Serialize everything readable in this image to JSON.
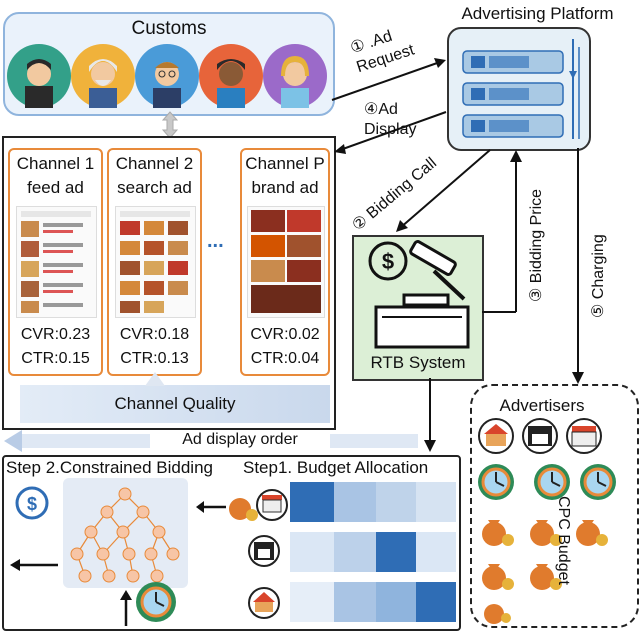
{
  "customs": {
    "title": "Customs"
  },
  "platform": {
    "title": "Advertising Platform"
  },
  "arrows": {
    "ad_request": "① .Ad Request",
    "ad_display": "④Ad Display",
    "bidding_call": "② Bidding Call",
    "bidding_price": "③ Bidding Price",
    "charging": "⑤ Charging",
    "ad_display_order": "Ad display order"
  },
  "channels": [
    {
      "name_line1": "Channel 1",
      "name_line2": "feed ad",
      "cvr": "CVR:0.23",
      "ctr": "CTR:0.15"
    },
    {
      "name_line1": "Channel 2",
      "name_line2": "search ad",
      "cvr": "CVR:0.18",
      "ctr": "CTR:0.13"
    },
    {
      "name_line1": "Channel P",
      "name_line2": "brand ad",
      "cvr": "CVR:0.02",
      "ctr": "CTR:0.04"
    }
  ],
  "channel_ellipsis": "...",
  "channel_quality": "Channel Quality",
  "rtb": {
    "title": "RTB System"
  },
  "advertisers": {
    "title": "Advertisers",
    "budget_label": "CPC Budget"
  },
  "steps": {
    "step2": "Step 2.Constrained Bidding",
    "step1": "Step1. Budget Allocation"
  },
  "colors": {
    "orange": "#e88a3a",
    "blue_dark": "#2f6db5",
    "blue_mid": "#8fb4dd",
    "blue_light": "#dbe7f5",
    "green": "#2e8b57",
    "red": "#d9442b",
    "gold": "#d9982b"
  }
}
